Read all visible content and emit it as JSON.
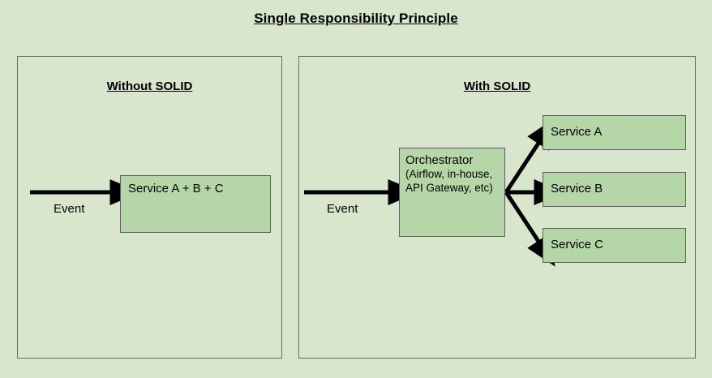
{
  "title": "Single Responsibility Principle",
  "colors": {
    "background": "#d7e6cd",
    "panel_border": "#6b6b6b",
    "node_fill": "#b5d6a7",
    "node_border": "#5d5d5d",
    "arrow": "#000000",
    "text": "#000000"
  },
  "panels": [
    {
      "id": "without-solid",
      "heading": "Without SOLID",
      "nodes": [
        {
          "id": "service-abc",
          "label": "Service A + B + C"
        }
      ],
      "edges": [
        {
          "id": "event-to-service-abc",
          "label": "Event",
          "from": "input",
          "to": "service-abc"
        }
      ]
    },
    {
      "id": "with-solid",
      "heading": "With SOLID",
      "nodes": [
        {
          "id": "orchestrator",
          "label": "Orchestrator",
          "sublabel": "(Airflow, in-house, API Gateway, etc)"
        },
        {
          "id": "service-a",
          "label": "Service A"
        },
        {
          "id": "service-b",
          "label": "Service B"
        },
        {
          "id": "service-c",
          "label": "Service C"
        }
      ],
      "edges": [
        {
          "id": "event-to-orchestrator",
          "label": "Event",
          "from": "input",
          "to": "orchestrator"
        },
        {
          "id": "orchestrator-to-service-a",
          "label": "",
          "from": "orchestrator",
          "to": "service-a"
        },
        {
          "id": "orchestrator-to-service-b",
          "label": "",
          "from": "orchestrator",
          "to": "service-b"
        },
        {
          "id": "orchestrator-to-service-c",
          "label": "",
          "from": "orchestrator",
          "to": "service-c"
        }
      ]
    }
  ]
}
